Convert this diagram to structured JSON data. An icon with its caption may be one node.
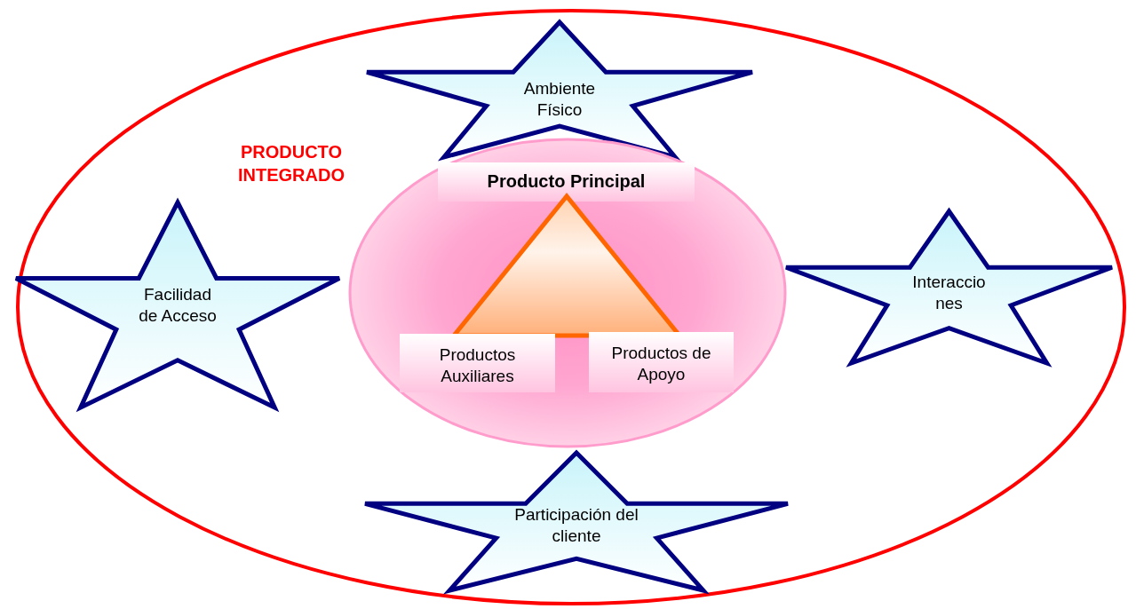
{
  "diagram": {
    "nodes": [
      {
        "text": [
          "PRODUCTO INTEGRADO"
        ]
      },
      {
        "text": [
          "Ambiente Físico"
        ],
        "in": 0
      },
      {
        "text": [
          "Facilidad de Acceso"
        ],
        "in": 0
      },
      {
        "text": [],
        "shape": "ellipse",
        "in": 0
      },
      {
        "text": [
          "Producto Principal"
        ],
        "in": 3
      },
      {
        "text": [],
        "shape": "triangle",
        "in": 3
      },
      {
        "text": [
          "Productos Auxiliares"
        ],
        "in": 3
      },
      {
        "text": [
          "Productos de Apoyo"
        ],
        "in": 3
      },
      {
        "text": [
          "Interaccio nes"
        ],
        "in": 0
      },
      {
        "text": [
          "Participación del cliente"
        ],
        "in": 0
      }
    ],
    "edges": []
  }
}
